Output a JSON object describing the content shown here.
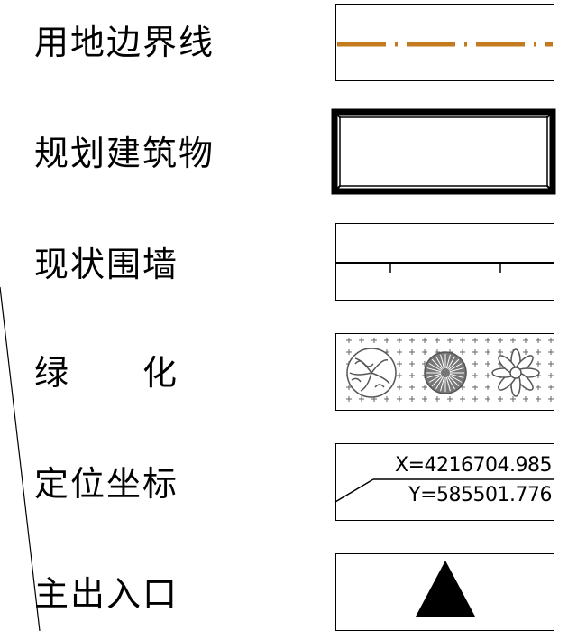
{
  "legend": {
    "rows": [
      {
        "label": "用地边界线",
        "symbol": "dashed-boundary-line",
        "color": "#c47a1e"
      },
      {
        "label": "规划建筑物",
        "symbol": "thick-rectangle"
      },
      {
        "label": "现状围墙",
        "symbol": "wall-line-with-ticks"
      },
      {
        "label": "绿　　化",
        "symbol": "tree-pattern"
      },
      {
        "label": "定位坐标",
        "symbol": "coordinate-callout"
      },
      {
        "label": "主出入口",
        "symbol": "filled-triangle"
      }
    ],
    "coordinate": {
      "x_text": "X=4216704.985",
      "y_text": "Y=585501.776"
    }
  }
}
